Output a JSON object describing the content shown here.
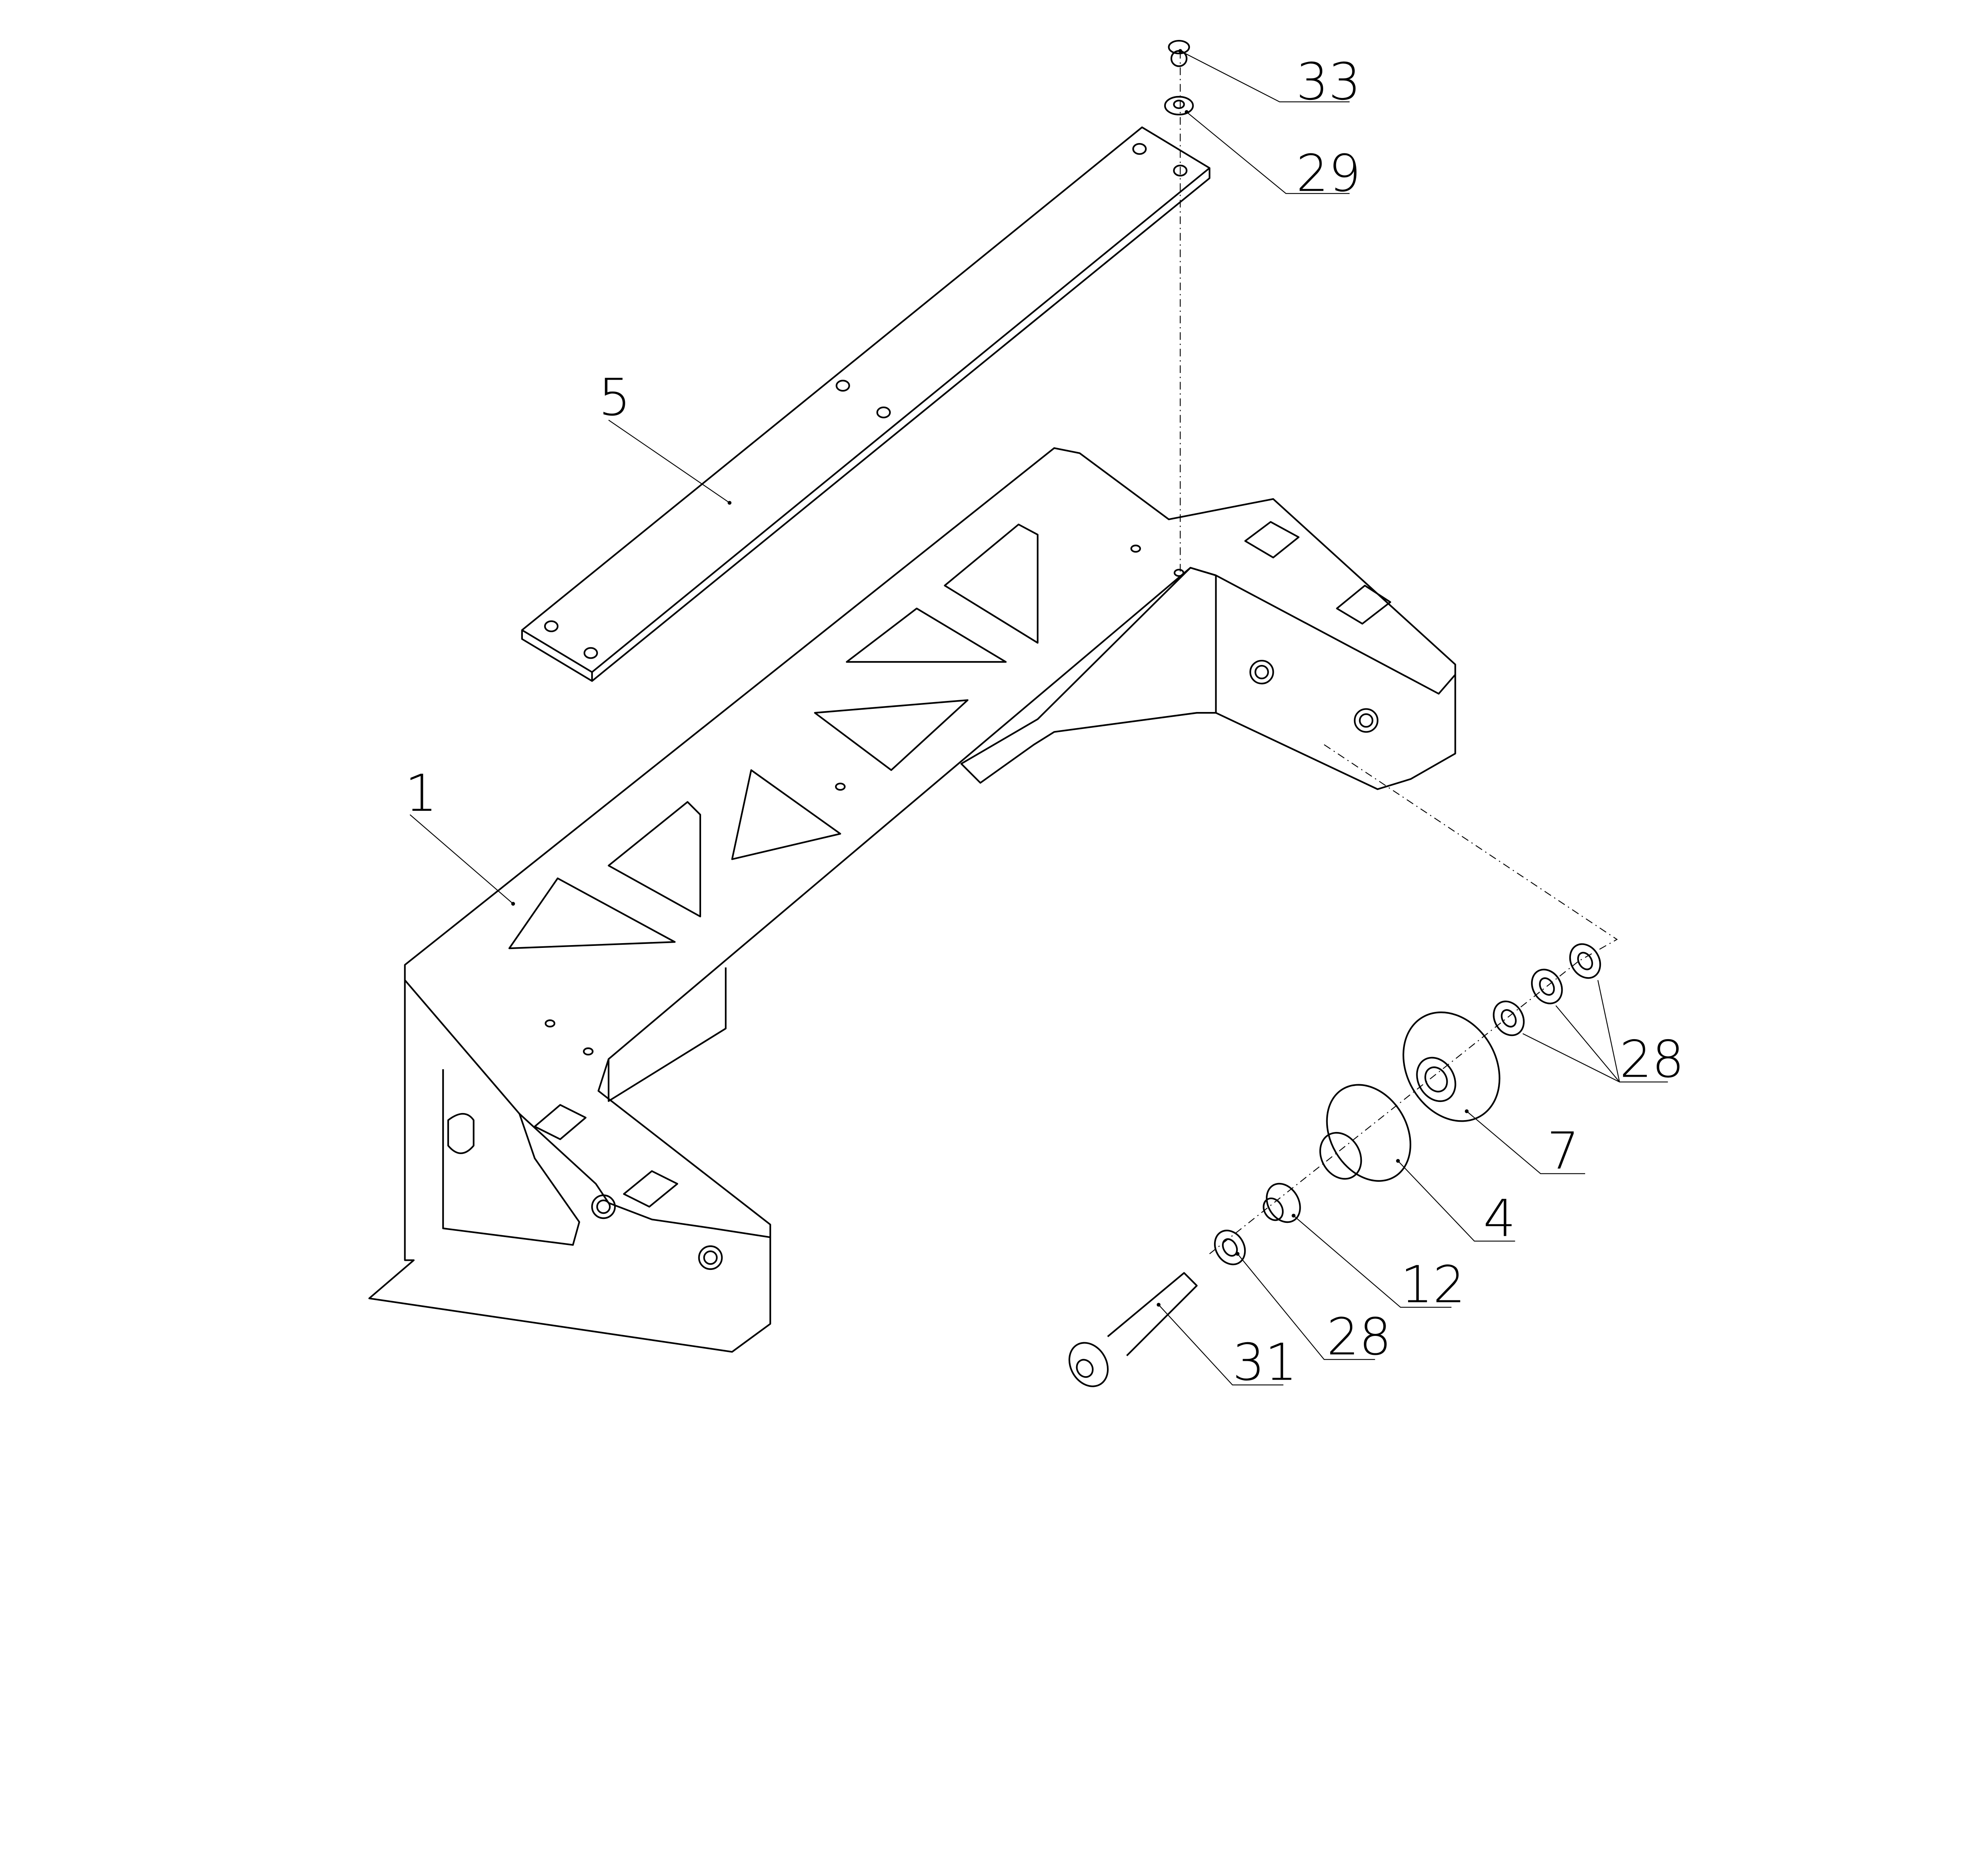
{
  "drawing": {
    "title": "Exploded assembly drawing",
    "callouts": [
      {
        "id": "33",
        "label": "33"
      },
      {
        "id": "29",
        "label": "29"
      },
      {
        "id": "5",
        "label": "5"
      },
      {
        "id": "1",
        "label": "1"
      },
      {
        "id": "28a",
        "label": "28"
      },
      {
        "id": "7",
        "label": "7"
      },
      {
        "id": "4",
        "label": "4"
      },
      {
        "id": "12",
        "label": "12"
      },
      {
        "id": "28b",
        "label": "28"
      },
      {
        "id": "31",
        "label": "31"
      }
    ]
  }
}
